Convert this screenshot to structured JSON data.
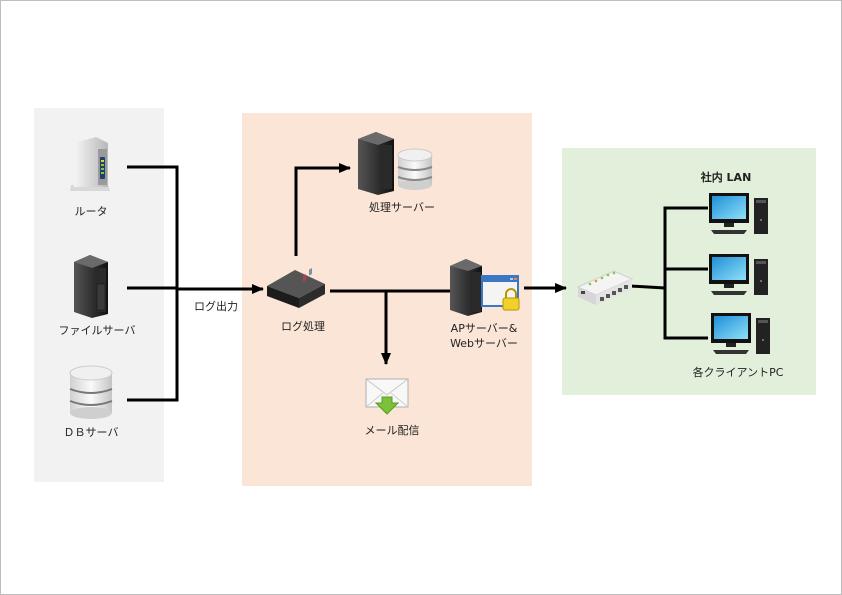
{
  "diagram": {
    "groups": {
      "sources": {
        "color": "#f2f2f2"
      },
      "processing": {
        "color": "#fbe5d6"
      },
      "lan": {
        "color": "#e2efda",
        "title": "社内 LAN"
      }
    },
    "nodes": {
      "router": {
        "label": "ルータ",
        "icon": "router-icon"
      },
      "file_server": {
        "label": "ファイルサーバ",
        "icon": "server-tower-icon"
      },
      "db_server": {
        "label": "ＤＢサーバ",
        "icon": "database-icon"
      },
      "log_processing": {
        "label": "ログ処理",
        "icon": "server-rack-icon"
      },
      "processing_server": {
        "label": "処理サーバー",
        "icon": "server-with-database-icon"
      },
      "ap_web_server": {
        "label": "APサーバー&\nWebサーバー",
        "icon": "server-with-secure-window-icon"
      },
      "mail_delivery": {
        "label": "メール配信",
        "icon": "mail-download-icon"
      },
      "switch": {
        "label": "",
        "icon": "network-switch-icon"
      },
      "client_pcs": {
        "label": "各クライアントPC",
        "icon": "desktop-pc-icon",
        "count": 3
      }
    },
    "edges": [
      {
        "from": "router",
        "to": "log_processing"
      },
      {
        "from": "file_server",
        "to": "log_processing",
        "label": "ログ出力"
      },
      {
        "from": "db_server",
        "to": "log_processing"
      },
      {
        "from": "log_processing",
        "to": "processing_server"
      },
      {
        "from": "log_processing",
        "to": "ap_web_server"
      },
      {
        "from": "log_processing",
        "to": "mail_delivery"
      },
      {
        "from": "ap_web_server",
        "to": "switch"
      },
      {
        "from": "switch",
        "to": "client_pcs"
      }
    ],
    "edge_label_log_output": "ログ出力"
  }
}
